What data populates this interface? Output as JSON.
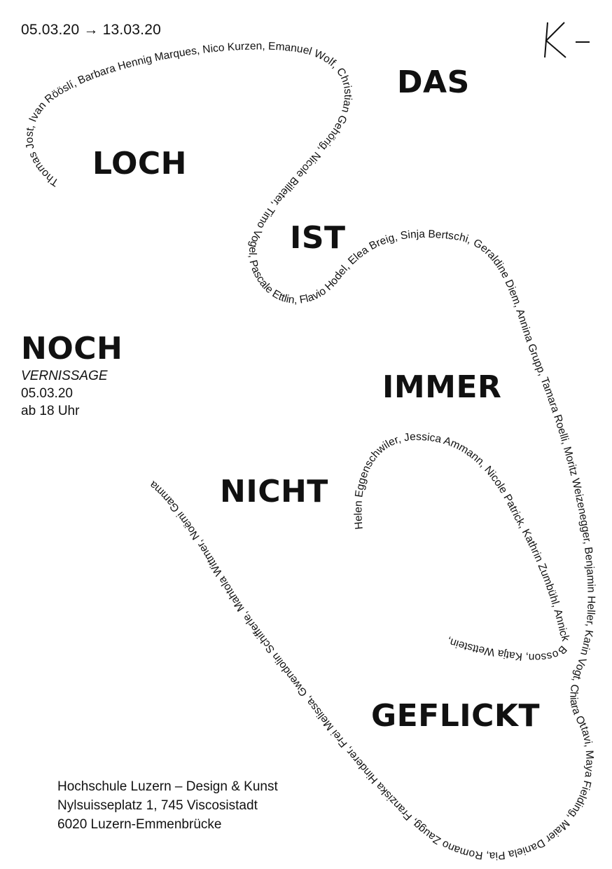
{
  "header": {
    "date_range": "05.03.20 → 13.03.20",
    "logo": "K-"
  },
  "title_words": {
    "das": "DAS",
    "loch": "LOCH",
    "ist": "IST",
    "noch": "NOCH",
    "immer": "IMMER",
    "nicht": "NICHT",
    "geflickt": "GEFLICKT"
  },
  "vernissage": {
    "label": "VERNISSAGE",
    "date": "05.03.20",
    "time": "ab 18 Uhr"
  },
  "artists": {
    "line1": "Thomas Jost, Ivan Rööslí, Barbara Hennig Marques, Nico Kurzen, Emanuel Wolf, Christian Gehörig, Nicole Billeter, Timo Vogel, Pascale Ettlin, Flavio Hodel, Elea Breig, Sinja Bertschi, Geraldine Diem, Annina Grupp, Tamara Roelli, Moritz Weizenegger, Benjamin Heller, Karin Vogt, Chiara Ottavi, Maya Fielding, Maier Daniela Pia, Romano Zaugg, Franziska Hinderer, Frei Melissa, Gwendolin Schifferle, Mahtola Wittmer, Noëmi Gamma",
    "line2": "Helen Eggenschwiler, Jessica Ammann, Nicole Patrick, Kathrin Zumbühl, Annick Bosson, Katja Wettstein,"
  },
  "address": {
    "line1": "Hochschule Luzern – Design & Kunst",
    "line2": "Nylsuisseplatz 1, 745 Viscosistadt",
    "line3": "6020 Luzern-Emmenbrücke"
  }
}
